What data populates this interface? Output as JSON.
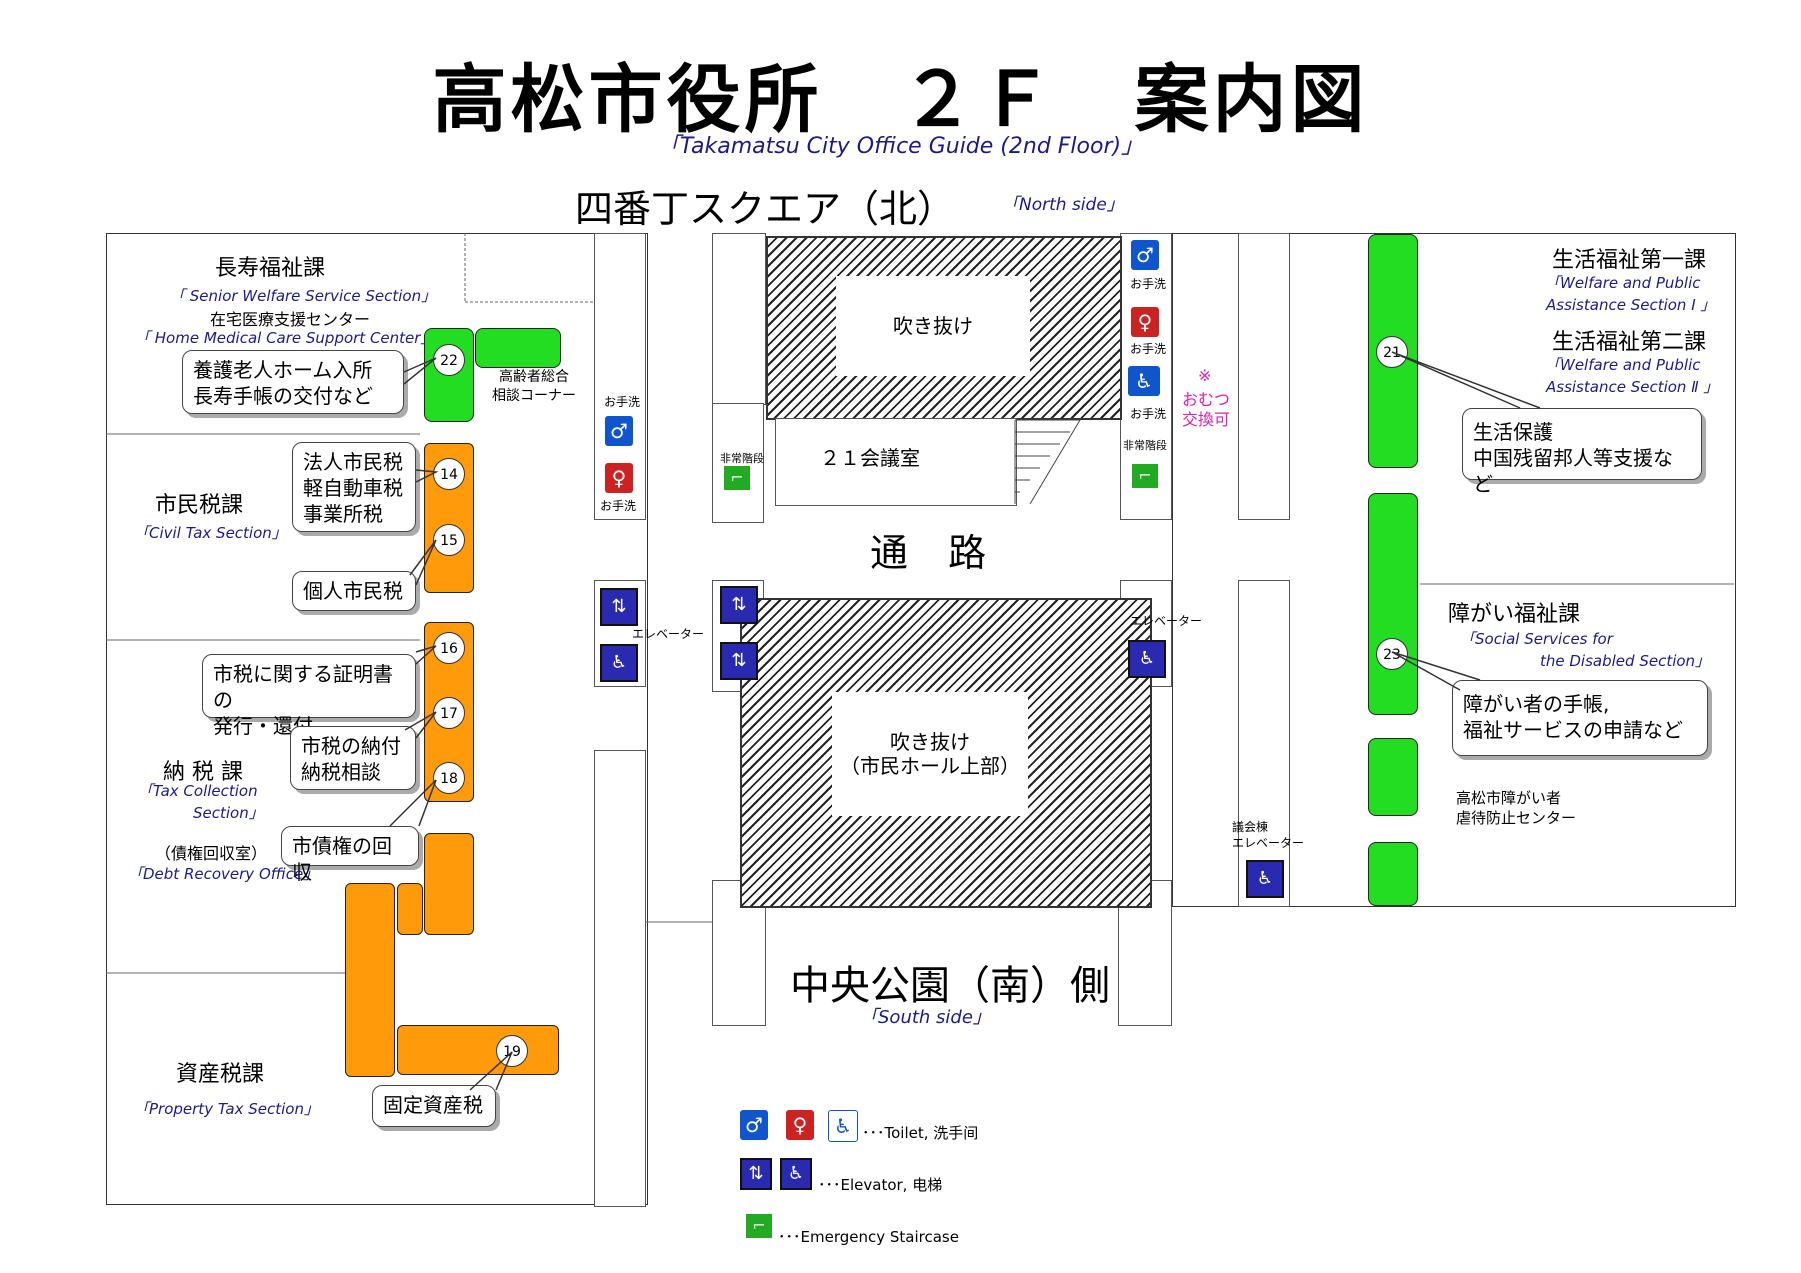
{
  "title": "高松市役所　２Ｆ　案内図",
  "subtitle": "「Takamatsu City Office Guide (2nd Floor)」",
  "north": {
    "label": "四番丁スクエア（北）",
    "en": "「North side」"
  },
  "south": {
    "label": "中央公園（南）側",
    "en": "「South side」"
  },
  "corridor": "通 路",
  "atrium_north": "吹き抜け",
  "atrium_south": {
    "line1": "吹き抜け",
    "line2": "（市民ホール上部）"
  },
  "meeting_room": "２１会議室",
  "depts": {
    "senior": {
      "jp": "長寿福祉課",
      "en": "「 Senior Welfare Service Section」"
    },
    "home_care": {
      "jp": "在宅医療支援センター",
      "en": "「 Home Medical Care Support Center」"
    },
    "elderly_corner": {
      "line1": "高齢者総合",
      "line2": "相談コーナー"
    },
    "civil_tax": {
      "jp": "市民税課",
      "en": "「Civil Tax Section」"
    },
    "tax_collection": {
      "jp": "納 税 課",
      "en1": "「Tax Collection",
      "en2": "Section」"
    },
    "debt_recovery": {
      "jp": "（債権回収室）",
      "en": "「Debt Recovery Office」"
    },
    "property_tax": {
      "jp": "資産税課",
      "en": "「Property Tax Section」"
    },
    "welfare1": {
      "jp": "生活福祉第一課",
      "en1": "「Welfare and Public",
      "en2": "Assistance Section Ⅰ 」"
    },
    "welfare2": {
      "jp": "生活福祉第二課",
      "en1": "「Welfare and Public",
      "en2": "Assistance Section Ⅱ 」"
    },
    "disabled": {
      "jp": "障がい福祉課",
      "en1": "「Social Services for",
      "en2": "the Disabled Section」"
    },
    "abuse_center": {
      "line1": "高松市障がい者",
      "line2": "虐待防止センター"
    }
  },
  "callouts": {
    "c22": {
      "line1": "養護老人ホーム入所",
      "line2": "長寿手帳の交付など"
    },
    "c14": {
      "line1": "法人市民税",
      "line2": "軽自動車税",
      "line3": "事業所税"
    },
    "c15": "個人市民税",
    "c16": {
      "line1": "市税に関する証明書の",
      "line2": "発行・還付"
    },
    "c17": {
      "line1": "市税の納付",
      "line2": "納税相談"
    },
    "c18": "市債権の回収",
    "c19": "固定資産税",
    "c21": {
      "line1": "生活保護",
      "line2": "中国残留邦人等支援など"
    },
    "c23": {
      "line1": "障がい者の手帳,",
      "line2": "福祉サービスの申請など"
    }
  },
  "numbers": {
    "n14": "14",
    "n15": "15",
    "n16": "16",
    "n17": "17",
    "n18": "18",
    "n19": "19",
    "n21": "21",
    "n22": "22",
    "n23": "23"
  },
  "facilities": {
    "toilet": "お手洗",
    "emergency_stairs": "非常階段",
    "elevator": "エレベーター",
    "council_elevator_1": "議会棟",
    "council_elevator_2": "エレベーター",
    "diaper_mark": "※",
    "diaper_1": "おむつ",
    "diaper_2": "交換可"
  },
  "legend": {
    "toilet": "･･･Toilet, 洗手间",
    "elevator": "･･･Elevator, 电梯",
    "stairs": "･･･Emergency Staircase"
  },
  "colors": {
    "green": "#22dd22",
    "orange": "#ff9a0a",
    "men": "#1155cc",
    "women": "#cc2222",
    "elevator": "#2a2ab0",
    "stairs": "#22aa22",
    "pink_text": "#e020b0",
    "english_text": "#1a1a8c"
  }
}
